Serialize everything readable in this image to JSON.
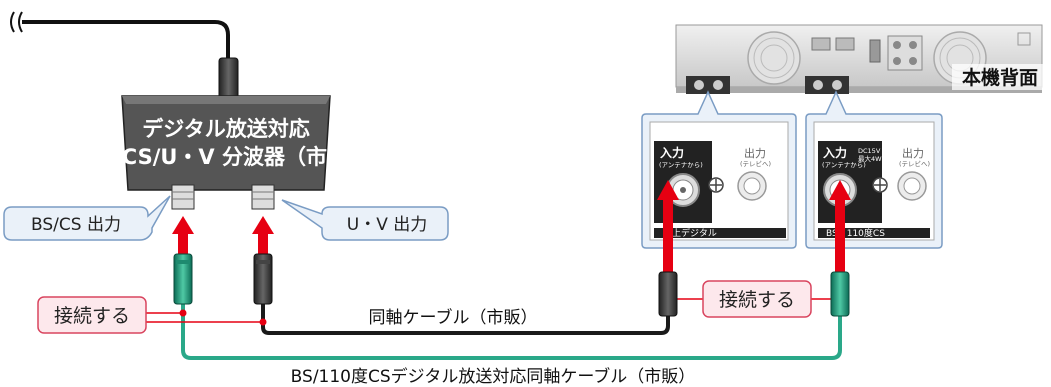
{
  "splitter": {
    "line1": "デジタル放送対応",
    "line2": "BS/CS/U・V 分波器（市販）"
  },
  "callouts": {
    "bscs_out": "BS/CS 出力",
    "uv_out": "U・V 出力"
  },
  "connect_labels": {
    "left": "接続する",
    "right": "接続する"
  },
  "cables": {
    "coax_black": "同軸ケーブル（市販）",
    "coax_green": "BS/110度CSデジタル放送対応同軸ケーブル（市販）"
  },
  "device": {
    "back_label": "本機背面"
  },
  "panel_terrestrial": {
    "in_label": "入力",
    "in_sub": "(アンテナから)",
    "out_label": "出力",
    "out_sub": "(テレビへ)",
    "bar_label": "地上デジタル"
  },
  "panel_bs": {
    "in_label": "入力",
    "in_sub": "(アンテナから)",
    "dc_line1": "DC15V",
    "dc_line2": "最大4W",
    "out_label": "出力",
    "out_sub": "(テレビへ)",
    "bar_label": "BS・110度CS"
  },
  "colors": {
    "arrow": "#e60012",
    "green_cable": "#2aa889",
    "black_cable": "#1a1a1a",
    "callout_fill": "#eaf1f9",
    "callout_stroke": "#7a9cc4",
    "connect_fill": "#fde8ec",
    "connect_stroke": "#d9455f"
  }
}
